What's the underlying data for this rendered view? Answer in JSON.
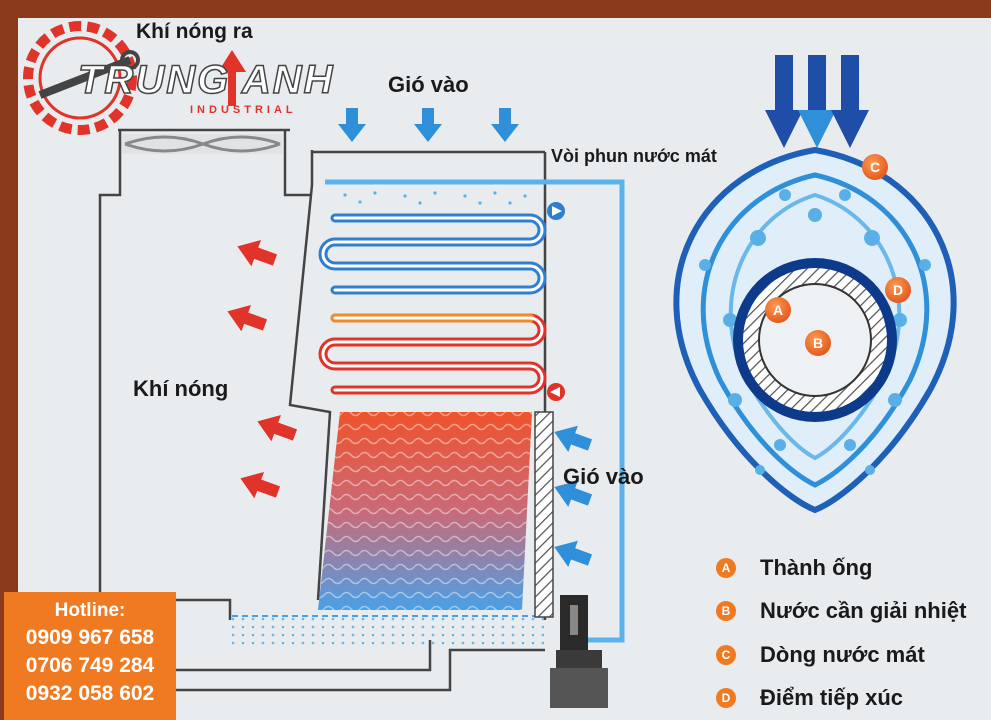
{
  "labels": {
    "hot_air_out": "Khí nóng ra",
    "wind_in_top": "Gió vào",
    "spray_nozzle": "Vòi phun nước mát",
    "hot_air": "Khí nóng",
    "wind_in_side": "Gió vào"
  },
  "logo": {
    "main": "TRUNG ANH",
    "sub": "INDUSTRIAL"
  },
  "hotline": {
    "title": "Hotline:",
    "numbers": [
      "0909 967 658",
      "0706 749 284",
      "0932 058 602"
    ]
  },
  "cross_section": {
    "markers": [
      "A",
      "B",
      "C",
      "D"
    ]
  },
  "legend": [
    {
      "key": "A",
      "text": "Thành ống"
    },
    {
      "key": "B",
      "text": "Nước cần giải nhiệt"
    },
    {
      "key": "C",
      "text": "Dòng nước mát"
    },
    {
      "key": "D",
      "text": "Điểm tiếp xúc"
    }
  ],
  "colors": {
    "frame": "#8b3a1c",
    "background": "#e8ecee",
    "accent_orange": "#f07a22",
    "water_blue": "#2f8fd8",
    "hot_red": "#e0332a",
    "deep_blue": "#0d3a8a"
  }
}
